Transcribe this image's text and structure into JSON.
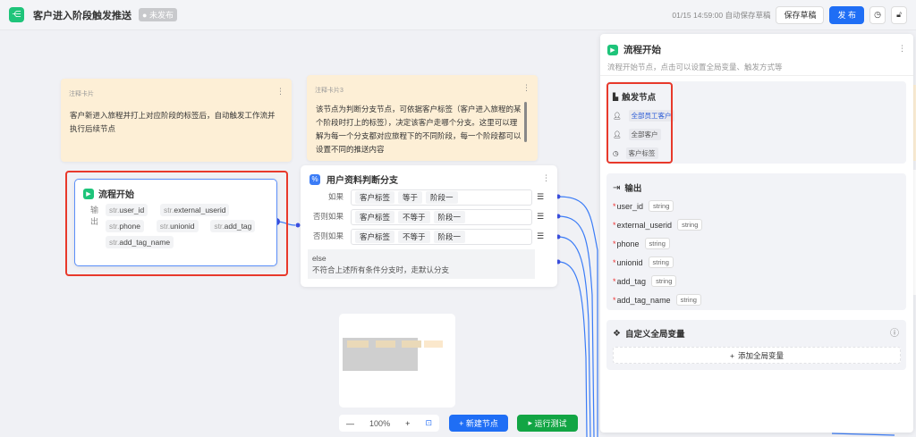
{
  "header": {
    "title": "客户进入阶段触发推送",
    "status": "未发布",
    "autosave": "01/15 14:59:00 自动保存草稿",
    "save_draft": "保存草稿",
    "publish": "发 布"
  },
  "notes": [
    {
      "label": "注释卡片",
      "text": "客户新进入旅程并打上对应阶段的标签后，自动触发工作流并执行后续节点"
    },
    {
      "label": "注释卡片3",
      "text": "该节点为判断分支节点，可依据客户标签（客户进入旅程的某个阶段时打上的标签），决定该客户走哪个分支。这里可以理解为每一个分支都对应旅程下的不同阶段，每一个阶段都可以设置不同的推送内容"
    }
  ],
  "start_node": {
    "title": "流程开始",
    "output_label": "输出",
    "prefix": "str.",
    "vars": [
      "user_id",
      "external_userid",
      "phone",
      "unionid",
      "add_tag",
      "add_tag_name"
    ]
  },
  "branch_node": {
    "title": "用户资料判断分支",
    "conditions": [
      {
        "label": "如果",
        "field": "客户标签",
        "op": "等于",
        "value": "阶段一"
      },
      {
        "label": "否则如果",
        "field": "客户标签",
        "op": "不等于",
        "value": "阶段一"
      },
      {
        "label": "否则如果",
        "field": "客户标签",
        "op": "不等于",
        "value": "阶段一"
      }
    ],
    "else_label": "else",
    "else_desc": "不符合上述所有条件分支时，走默认分支"
  },
  "panel": {
    "title": "流程开始",
    "desc": "流程开始节点，点击可以设置全局变量、触发方式等",
    "trigger": {
      "title": "触发节点",
      "items": [
        "全部员工客户",
        "全部客户",
        "客户标签"
      ]
    },
    "output": {
      "title": "输出",
      "fields": [
        {
          "name": "user_id",
          "type": "string"
        },
        {
          "name": "external_userid",
          "type": "string"
        },
        {
          "name": "phone",
          "type": "string"
        },
        {
          "name": "unionid",
          "type": "string"
        },
        {
          "name": "add_tag",
          "type": "string"
        },
        {
          "name": "add_tag_name",
          "type": "string"
        }
      ]
    },
    "globals": {
      "title": "自定义全局变量",
      "add": "添加全局变量"
    }
  },
  "toolbar": {
    "zoom": "100%",
    "new_node": "新建节点",
    "run_test": "运行测试"
  },
  "colors": {
    "accent": "#1f6ef5",
    "green": "#1ec47a",
    "highlight": "#e8392b",
    "note": "#fdefd6"
  }
}
